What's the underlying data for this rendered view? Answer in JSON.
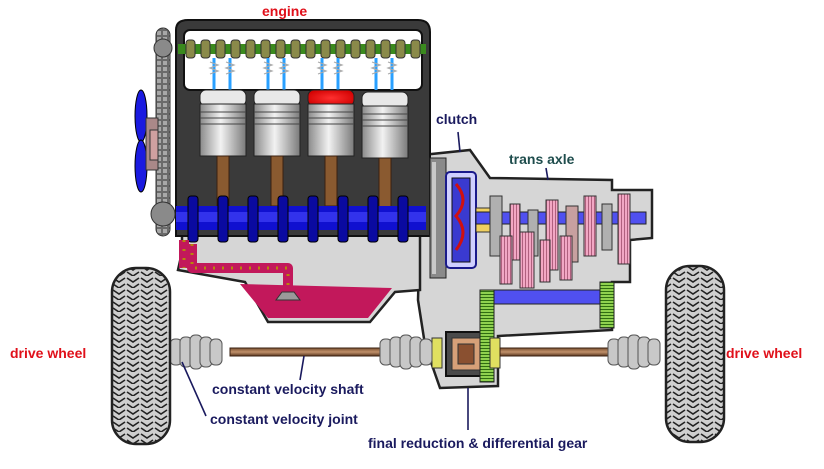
{
  "labels": {
    "engine": "engine",
    "clutch": "clutch",
    "trans_axle": "trans axle",
    "drive_wheel_left": "drive wheel",
    "drive_wheel_right": "drive wheel",
    "cv_shaft": "constant velocity shaft",
    "cv_joint": "constant velocity joint",
    "final_reduction": "final reduction & differential gear"
  },
  "colors": {
    "label_red": "#e0101a",
    "label_navy": "#1a1a5e",
    "label_teal": "#1f4d4d",
    "engine_block": "#3a3a3a",
    "housing": "#d6d6d6",
    "oil_pan": "#c2185b",
    "crank_blue": "#1010d0",
    "camshaft_green": "#5fae2e",
    "gear_pink": "#f2a7c4",
    "tire": "#c8c8c8"
  },
  "icons": [
    "engine-graphic",
    "clutch-graphic",
    "gearbox-graphic",
    "wheel-icon",
    "cv-joint-icon",
    "differential-icon"
  ]
}
